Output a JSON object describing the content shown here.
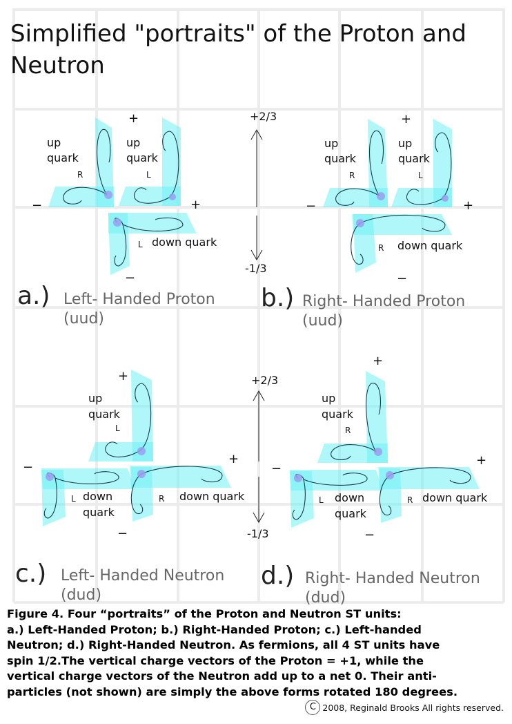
{
  "title": {
    "line1": "Simplified \"portraits\" of the Proton and",
    "line2": "Neutron"
  },
  "colors": {
    "plane": "#6ff0f4",
    "dot": "#9a9cf0",
    "caption_title": "#666666"
  },
  "charge_axis": {
    "top": "+2/3",
    "bottom": "-1/3"
  },
  "panels": [
    {
      "letter": "a.)",
      "title": "Left- Handed Proton",
      "content": "(uud)",
      "quarks": [
        {
          "name": "up",
          "word2": "quark",
          "hand": "R",
          "plus": "+",
          "minus": "−"
        },
        {
          "name": "up",
          "word2": "quark",
          "hand": "L",
          "plus": "+"
        },
        {
          "name": "down quark",
          "hand": "L",
          "minus": "−"
        }
      ]
    },
    {
      "letter": "b.)",
      "title": "Right- Handed Proton",
      "content": "(uud)",
      "quarks": [
        {
          "name": "up",
          "word2": "quark",
          "hand": "R",
          "plus": "+",
          "minus": "−"
        },
        {
          "name": "up",
          "word2": "quark",
          "hand": "L",
          "plus": "+"
        },
        {
          "name": "down quark",
          "hand": "R",
          "minus": "−"
        }
      ]
    },
    {
      "letter": "c.)",
      "title": "Left- Handed Neutron",
      "content": "(dud)",
      "quarks": [
        {
          "name": "up",
          "word2": "quark",
          "hand": "L",
          "plus": "+"
        },
        {
          "name": "down",
          "word2": "quark",
          "hand": "L",
          "minus": "−"
        },
        {
          "name": "down quark",
          "hand": "R",
          "plus": "+",
          "minus": "−"
        }
      ]
    },
    {
      "letter": "d.)",
      "title": "Right- Handed Neutron",
      "content": "(dud)",
      "quarks": [
        {
          "name": "up",
          "word2": "quark",
          "hand": "R",
          "plus": "+"
        },
        {
          "name": "down",
          "word2": "quark",
          "hand": "L",
          "minus": "−"
        },
        {
          "name": "down quark",
          "hand": "R",
          "plus": "+",
          "minus": "−"
        }
      ]
    }
  ],
  "caption": [
    "Figure 4. Four “portraits” of the Proton and Neutron ST units:",
    "a.) Left-Handed Proton; b.) Right-Handed Proton; c.) Left-handed",
    "Neutron; d.) Right-Handed Neutron. As fermions, all 4 ST units have",
    "spin 1/2.The vertical charge vectors of the Proton = +1, while the",
    "vertical charge vectors of the Neutron add up to a net 0. Their anti-",
    "particles (not shown) are simply the above forms rotated 180 degrees."
  ],
  "copyright": {
    "symbol": "C",
    "text": "2008, Reginald Brooks  All rights reserved."
  }
}
